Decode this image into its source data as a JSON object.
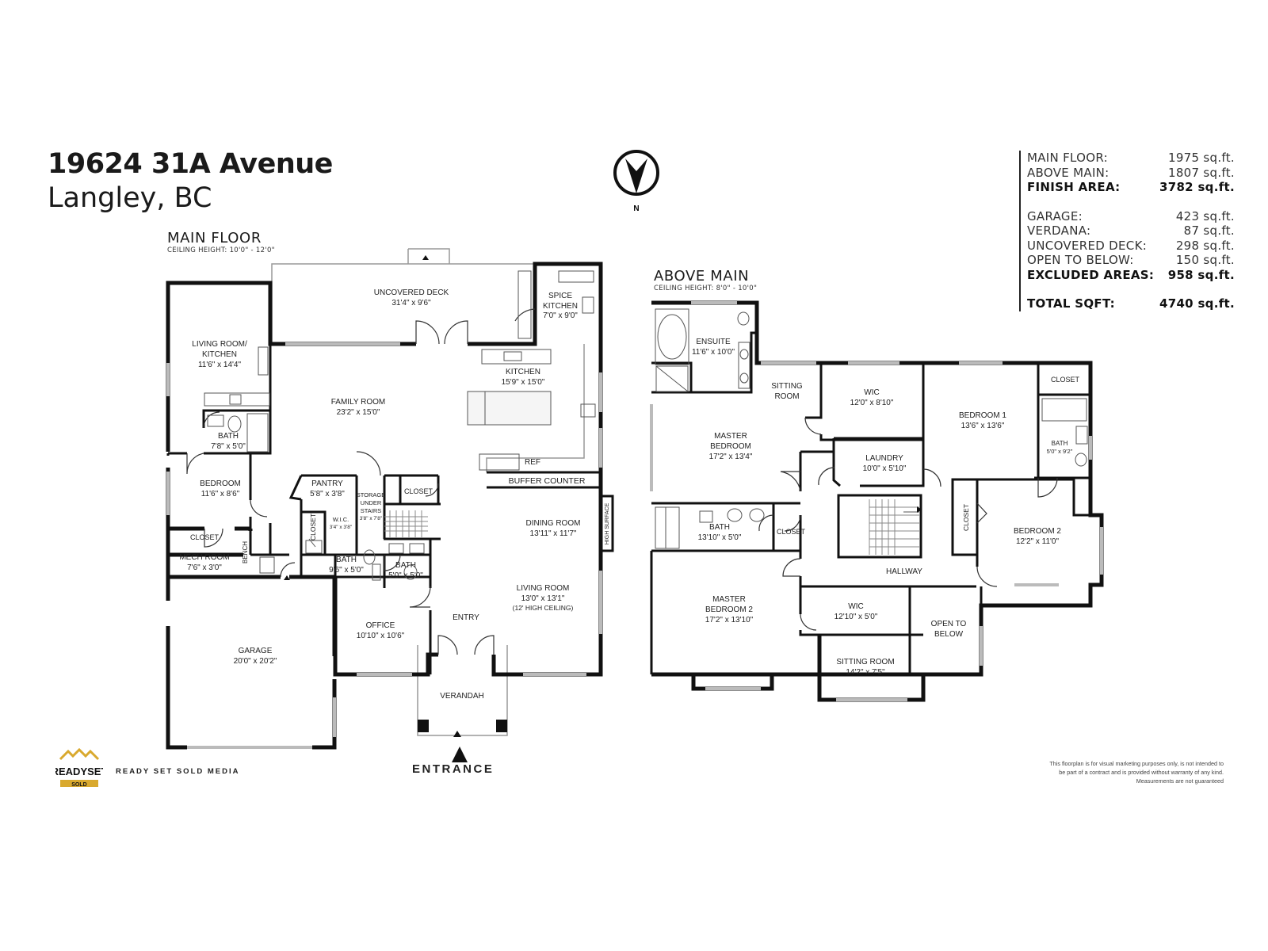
{
  "address": {
    "street": "19624 31A Avenue",
    "city": "Langley, BC"
  },
  "compass": {
    "label": "N"
  },
  "stats": {
    "main_floor": {
      "label": "MAIN FLOOR:",
      "value": "1975 sq.ft."
    },
    "above_main": {
      "label": "ABOVE MAIN:",
      "value": "1807 sq.ft."
    },
    "finish_area": {
      "label": "FINISH AREA:",
      "value": "3782 sq.ft."
    },
    "garage": {
      "label": "GARAGE:",
      "value": "423 sq.ft."
    },
    "verdana": {
      "label": "VERDANA:",
      "value": "87 sq.ft."
    },
    "uncovered_deck": {
      "label": "UNCOVERED DECK:",
      "value": "298 sq.ft."
    },
    "open_to_below": {
      "label": "OPEN TO BELOW:",
      "value": "150 sq.ft."
    },
    "excluded_areas": {
      "label": "EXCLUDED AREAS:",
      "value": "958 sq.ft."
    },
    "total": {
      "label": "TOTAL SQFT:",
      "value": "4740 sq.ft."
    }
  },
  "main_floor": {
    "title": "MAIN FLOOR",
    "ceiling": "CEILING HEIGHT: 10'0\" - 12'0\"",
    "rooms": {
      "deck": {
        "name": "UNCOVERED DECK",
        "dim": "31'4\" x 9'6\""
      },
      "spice": {
        "name1": "SPICE",
        "name2": "KITCHEN",
        "dim": "7'0\" x 9'0\""
      },
      "living_kitchen": {
        "name1": "LIVING ROOM/",
        "name2": "KITCHEN",
        "dim": "11'6\" x 14'4\""
      },
      "family": {
        "name": "FAMILY ROOM",
        "dim": "23'2\" x 15'0\""
      },
      "kitchen": {
        "name": "KITCHEN",
        "dim": "15'9\" x 15'0\""
      },
      "bath1": {
        "name": "BATH",
        "dim": "7'8\" x 5'0\""
      },
      "bedroom": {
        "name": "BEDROOM",
        "dim": "11'6\" x 8'6\""
      },
      "pantry": {
        "name": "PANTRY",
        "dim": "5'8\" x 3'8\""
      },
      "storage": {
        "l1": "STORAGE",
        "l2": "UNDER",
        "l3": "STAIRS",
        "dim": "3'8\" x 7'8\""
      },
      "closet_a": "CLOSET",
      "ref": "REF",
      "buffer": "BUFFER COUNTER",
      "dining": {
        "name": "DINING ROOM",
        "dim": "13'11\" x 11'7\""
      },
      "high_surface": "HIGH SURFACE",
      "closet_b": "CLOSET",
      "closet_c": "CLOSET",
      "wic": {
        "name": "W.I.C.",
        "dim": "3'4\" x 3'8\""
      },
      "mech": {
        "name": "MECH ROOM",
        "dim": "7'6\" x 3'0\""
      },
      "bench": "BENCH",
      "bath2": {
        "name": "BATH",
        "dim": "9'6\" x 5'0\""
      },
      "bath3": {
        "name": "BATH",
        "dim": "5'0\" x 5'0\""
      },
      "living": {
        "name": "LIVING ROOM",
        "dim": "13'0\" x 13'1\"",
        "note": "(12' HIGH CEILING)"
      },
      "entry": "ENTRY",
      "office": {
        "name": "OFFICE",
        "dim": "10'10\" x 10'6\""
      },
      "garage": {
        "name": "GARAGE",
        "dim": "20'0\" x 20'2\""
      },
      "verandah": "VERANDAH"
    },
    "entrance": "ENTRANCE"
  },
  "above_main": {
    "title": "ABOVE MAIN",
    "ceiling": "CEILING HEIGHT: 8'0\" - 10'0\"",
    "rooms": {
      "ensuite": {
        "name": "ENSUITE",
        "dim": "11'6\" x 10'0\""
      },
      "sitting1": {
        "l1": "SITTING",
        "l2": "ROOM"
      },
      "wic1": {
        "name": "WIC",
        "dim": "12'0\" x 8'10\""
      },
      "bedroom1": {
        "name": "BEDROOM 1",
        "dim": "13'6\" x 13'6\""
      },
      "closet1": "CLOSET",
      "master": {
        "l1": "MASTER",
        "l2": "BEDROOM",
        "dim": "17'2\" x 13'4\""
      },
      "laundry": {
        "name": "LAUNDRY",
        "dim": "10'0\" x 5'10\""
      },
      "bath_small": {
        "name": "BATH",
        "dim": "5'0\" x 9'2\""
      },
      "bath": {
        "name": "BATH",
        "dim": "13'10\" x 5'0\""
      },
      "closet2": "CLOSET",
      "closet3": "CLOSET",
      "bedroom2": {
        "name": "BEDROOM 2",
        "dim": "12'2\" x 11'0\""
      },
      "hallway": "HALLWAY",
      "master2": {
        "l1": "MASTER",
        "l2": "BEDROOM 2",
        "dim": "17'2\" x 13'10\""
      },
      "wic2": {
        "name": "WIC",
        "dim": "12'10\" x 5'0\""
      },
      "open_below": {
        "l1": "OPEN TO",
        "l2": "BELOW"
      },
      "sitting2": {
        "name": "SITTING ROOM",
        "dim": "14'2\" x 7'5\""
      }
    }
  },
  "branding": {
    "logo_text": "READYSET",
    "logo_sub": "SOLD",
    "name": "READY SET SOLD MEDIA"
  },
  "disclaimer": {
    "l1": "This floorplan is for visual marketing purposes only, is not intended to",
    "l2": "be part of a contract and is provided without warranty of any kind.",
    "l3": "Measurements are not guaranteed"
  }
}
